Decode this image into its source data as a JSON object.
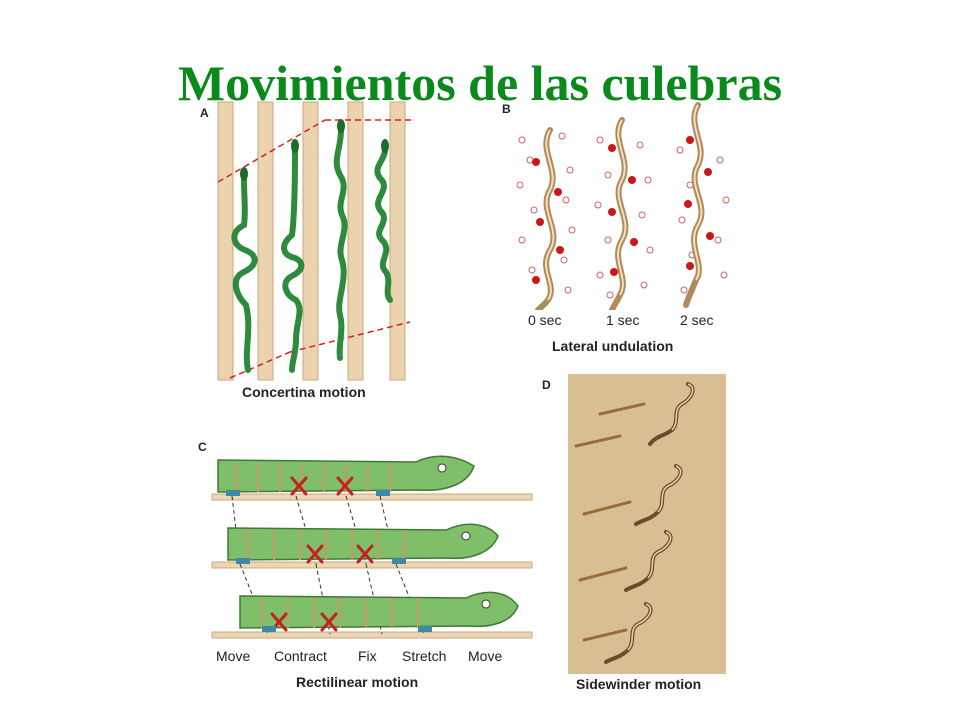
{
  "title": "Movimientos de las culebras",
  "panels": {
    "a": {
      "letter": "A",
      "caption": "Concertina motion"
    },
    "b": {
      "letter": "B",
      "caption": "Lateral undulation",
      "times": [
        "0 sec",
        "1 sec",
        "2 sec"
      ]
    },
    "c": {
      "letter": "C",
      "caption": "Rectilinear motion",
      "labels": [
        "Move",
        "Contract",
        "Fix",
        "Stretch",
        "Move"
      ]
    },
    "d": {
      "letter": "D",
      "caption": "Sidewinder motion"
    }
  },
  "colors": {
    "title": "#0b8a1c",
    "snake_green": "#2e8b3e",
    "post": "#e9d2ae",
    "sand": "#d8bf93",
    "guide_red": "#d42020"
  }
}
